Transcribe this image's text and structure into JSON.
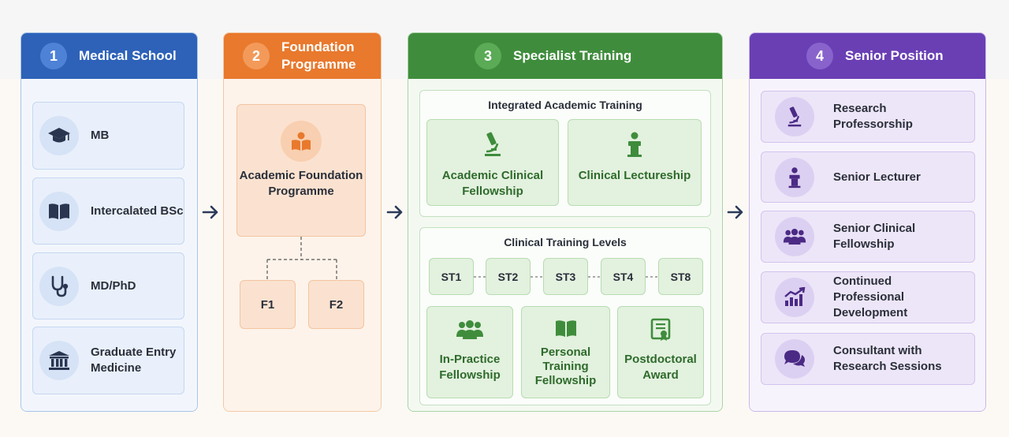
{
  "stages": [
    {
      "number": "1",
      "title": "Medical School",
      "items": [
        {
          "label": "MB",
          "icon": "graduation-cap-icon"
        },
        {
          "label": "Intercalated BSc",
          "icon": "book-icon"
        },
        {
          "label": "MD/PhD",
          "icon": "stethoscope-icon"
        },
        {
          "label": "Graduate Entry Medicine",
          "icon": "institution-icon"
        }
      ]
    },
    {
      "number": "2",
      "title": "Foundation Programme",
      "main": {
        "label": "Academic Foundation Programme",
        "icon": "reader-icon"
      },
      "years": [
        "F1",
        "F2"
      ]
    },
    {
      "number": "3",
      "title": "Specialist Training",
      "academic": {
        "title": "Integrated Academic Training",
        "items": [
          {
            "label": "Academic Clinical Fellowship",
            "icon": "microscope-icon"
          },
          {
            "label": "Clinical Lectureship",
            "icon": "lectern-icon"
          }
        ]
      },
      "clinical": {
        "title": "Clinical Training Levels",
        "levels": [
          "ST1",
          "ST2",
          "ST3",
          "ST4",
          "ST8"
        ],
        "items": [
          {
            "label": "In-Practice Fellowship",
            "icon": "group-icon"
          },
          {
            "label": "Personal Training Fellowship",
            "icon": "book-icon"
          },
          {
            "label": "Postdoctoral Award",
            "icon": "certificate-icon"
          }
        ]
      }
    },
    {
      "number": "4",
      "title": "Senior Position",
      "items": [
        {
          "label": "Research Professorship",
          "icon": "microscope-icon"
        },
        {
          "label": "Senior Lecturer",
          "icon": "lecturer-icon"
        },
        {
          "label": "Senior Clinical Fellowship",
          "icon": "group-icon"
        },
        {
          "label": "Continued Professional Development",
          "icon": "growth-chart-icon"
        },
        {
          "label": "Consultant with Research Sessions",
          "icon": "chat-icon"
        }
      ]
    }
  ],
  "colors": {
    "medical_school": "#2d62b8",
    "foundation": "#e8792d",
    "specialist": "#3f8d3c",
    "senior": "#6a3fb4",
    "arrow": "#2b3a5a"
  }
}
